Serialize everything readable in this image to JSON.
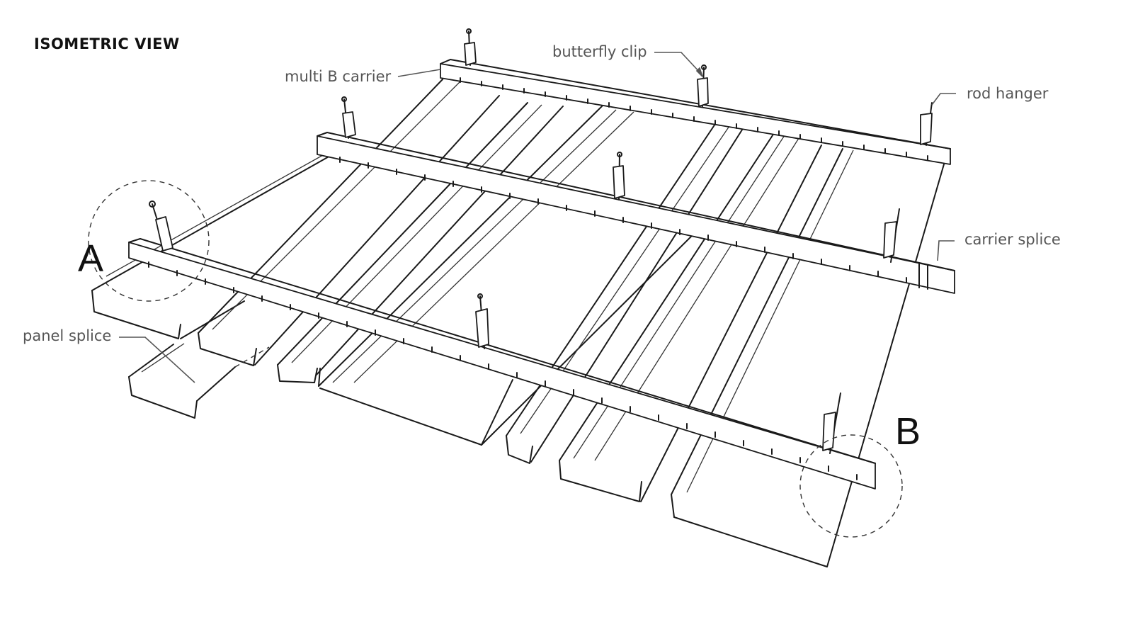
{
  "title": "ISOMETRIC VIEW",
  "labels": {
    "multi_b_carrier": "multi B carrier",
    "butterfly_clip": "butterfly clip",
    "rod_hanger": "rod hanger",
    "carrier_splice": "carrier splice",
    "panel_splice": "panel splice"
  },
  "detail_markers": {
    "a": "A",
    "b": "B"
  },
  "colors": {
    "line": "#1a1a1a",
    "label": "#555555",
    "background": "#ffffff"
  }
}
